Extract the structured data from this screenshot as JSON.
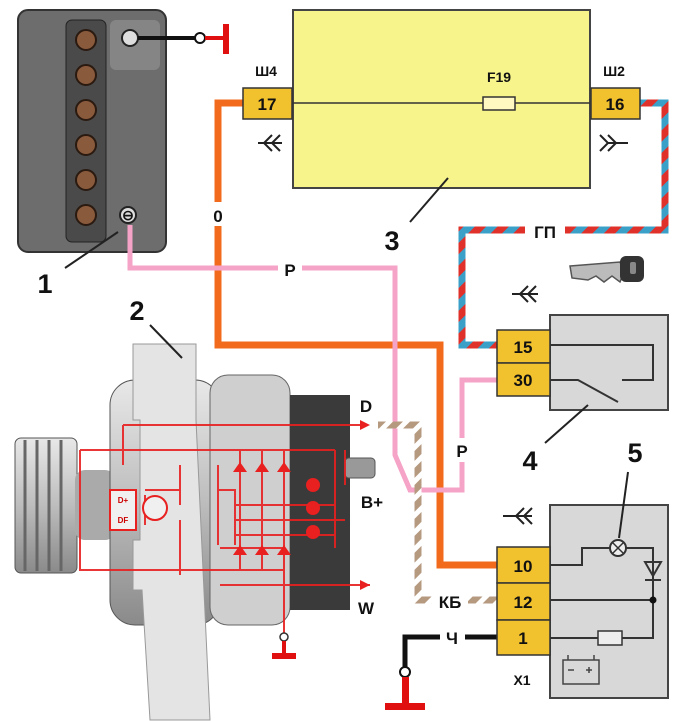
{
  "components": {
    "battery": {
      "number": "1",
      "minus_symbol": "⊖"
    },
    "alternator": {
      "number": "2",
      "terminal_d": "D",
      "terminal_bplus": "B+",
      "terminal_w": "W",
      "regulator_dplus": "D+",
      "regulator_df": "DF"
    },
    "fuse_box": {
      "number": "3",
      "fuse": "F19",
      "left_connector": "Ш4",
      "left_pin": "17",
      "right_connector": "Ш2",
      "right_pin": "16"
    },
    "ignition_switch": {
      "number": "4",
      "pins": [
        "15",
        "30"
      ]
    },
    "instrument_cluster": {
      "lamp_number": "5",
      "connector": "X1",
      "pins": [
        "10",
        "12",
        "1"
      ]
    }
  },
  "wires": {
    "orange": "0",
    "pink_top": "P",
    "pink_bottom": "P",
    "striped_red_blue": "ГП",
    "brown_striped": "КБ",
    "black": "Ч"
  },
  "colors": {
    "orange": "#f26b1d",
    "pink": "#f5a3c7",
    "red_stripe": "#e0302a",
    "blue_stripe": "#3aa0c8",
    "brown": "#b69a80",
    "connector": "#f2c12e",
    "fuse_box": "#f7f48c",
    "ground": "#e01010"
  },
  "icons": [
    "key-icon",
    "connector-plug-icon",
    "connector-socket-icon",
    "lamp-icon",
    "diode-icon",
    "resistor-icon",
    "battery-symbol-icon",
    "ground-icon"
  ]
}
